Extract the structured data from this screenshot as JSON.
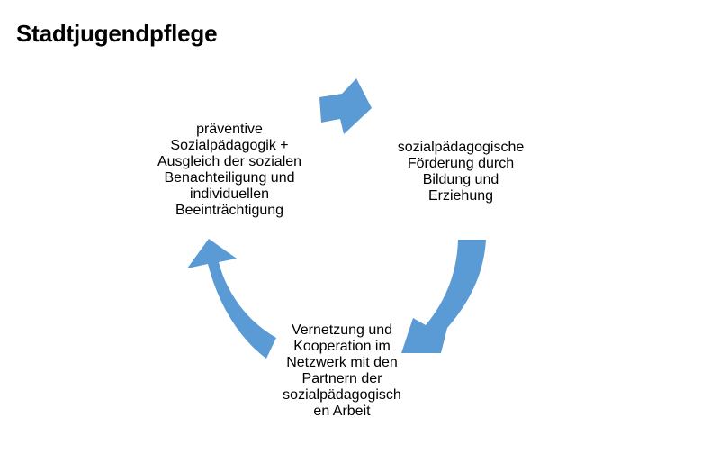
{
  "page": {
    "title": "Stadtjugendpflege"
  },
  "diagram": {
    "type": "cycle",
    "arrow_color": "#5b9bd5",
    "nodes": [
      {
        "id": "left",
        "text": "präventive\nSozialpädagogik +\nAusgleich der sozialen\nBenachteiligung und\nindividuellen\nBeeinträchtigung"
      },
      {
        "id": "right",
        "text": "sozialpädagogische\nFörderung durch\nBildung und\nErziehung"
      },
      {
        "id": "bottom",
        "text": "Vernetzung und\nKooperation im\nNetzwerk mit den\nPartnern der\nsozialpädagogisch\nen Arbeit"
      }
    ]
  }
}
